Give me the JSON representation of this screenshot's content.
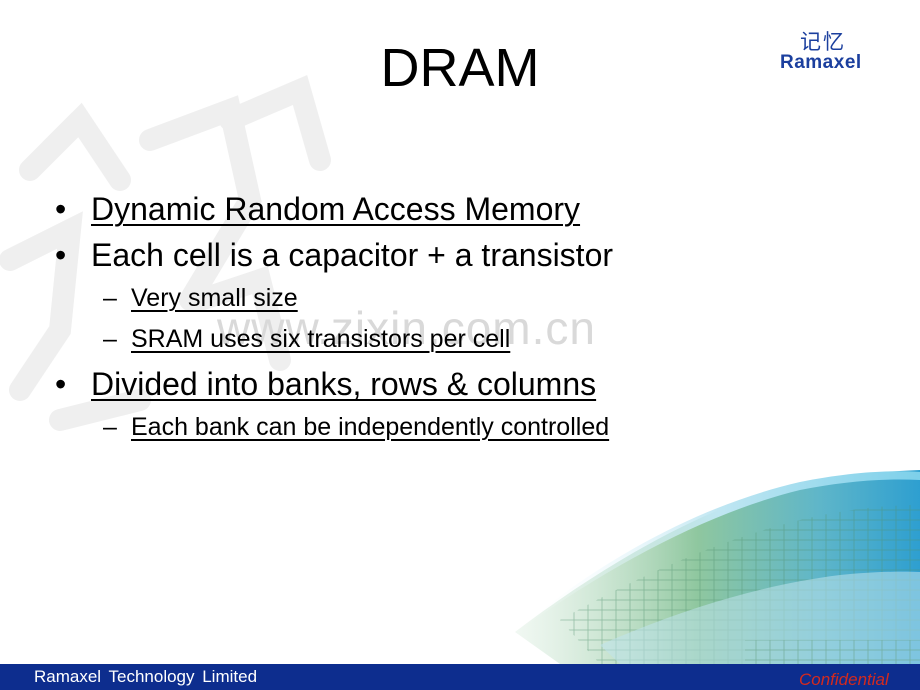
{
  "slide": {
    "title": "DRAM",
    "logo": {
      "cn_text": "记忆",
      "en_text": "Ramaxel",
      "color": "#1b3f9e"
    },
    "watermark": "www.zixin.com.cn",
    "bullets": [
      {
        "text": "Dynamic Random Access Memory",
        "level": 1,
        "link": true
      },
      {
        "text": "Each cell is a capacitor + a transistor",
        "level": 1,
        "link": false
      },
      {
        "text": "Very small size",
        "level": 2,
        "link": true
      },
      {
        "text": "SRAM uses six transistors per cell",
        "level": 2,
        "link": true
      },
      {
        "text": "Divided into banks, rows & columns",
        "level": 1,
        "link": true
      },
      {
        "text": "Each bank can be independently controlled",
        "level": 2,
        "link": true
      }
    ],
    "bullet_marks": {
      "level1": "•",
      "level2": "–"
    }
  },
  "footer": {
    "company": "Ramaxel Technology Limited",
    "confidential": "Confidential",
    "bar_color": "#0d2d8e",
    "confidential_color": "#d42a1e"
  }
}
